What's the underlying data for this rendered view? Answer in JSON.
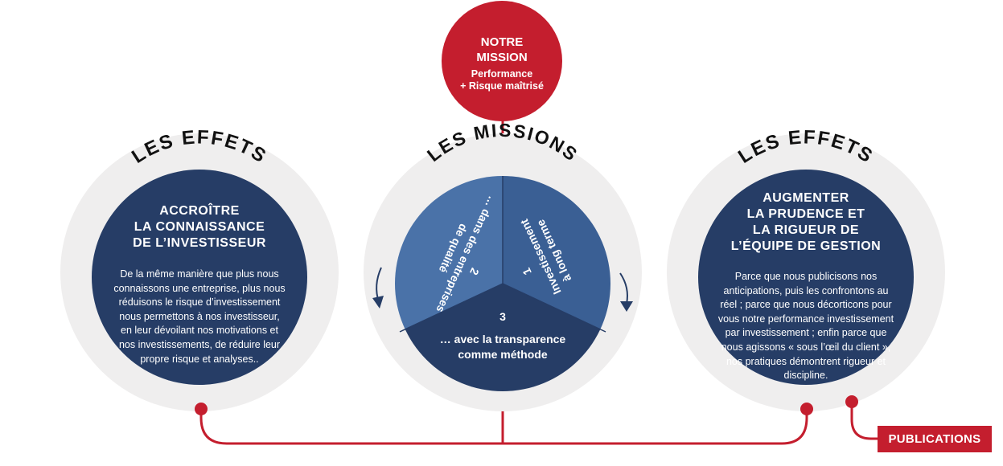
{
  "mission": {
    "title_line1": "NOTRE",
    "title_line2": "MISSION",
    "sub_line1": "Performance",
    "sub_line2": "+ Risque maîtrisé"
  },
  "left": {
    "arc_title": "LES EFFETS",
    "heading": [
      "ACCROÎTRE",
      "LA CONNAISSANCE",
      "DE L’INVESTISSEUR"
    ],
    "body": "De la même manière que plus nous connaissons une entreprise, plus nous réduisons le risque d’investissement nous permettons à nos investisseur, en leur dévoilant nos motivations et nos investissements, de réduire leur propre risque et analyses.."
  },
  "center": {
    "arc_title": "LES MISSIONS",
    "segment1": {
      "number": "1",
      "line1": "Investissement",
      "line2": "à long terme"
    },
    "segment2": {
      "number": "2",
      "line1": "… dans des entreprises",
      "line2": "de qualité"
    },
    "segment3": {
      "number": "3",
      "line1": "… avec la transparence",
      "line2": "comme méthode"
    }
  },
  "right": {
    "arc_title": "LES EFFETS",
    "heading": [
      "AUGMENTER",
      "LA PRUDENCE ET",
      "LA RIGUEUR DE",
      "L’ÉQUIPE DE GESTION"
    ],
    "body": "Parce que nous publicisons nos anticipations, puis les confrontons au réel ; parce que nous décorticons pour vous notre performance investissement par investissement ; enfin parce que nous agissons « sous l’œil du client », nos pratiques démontrent rigueur et discipline."
  },
  "publications": {
    "label": "PUBLICATIONS"
  },
  "colors": {
    "red": "#c41e2e",
    "navy": "#263d66",
    "blue_mid": "#3a5f94",
    "blue_light": "#4a72a8",
    "ring": "#efeeee"
  }
}
